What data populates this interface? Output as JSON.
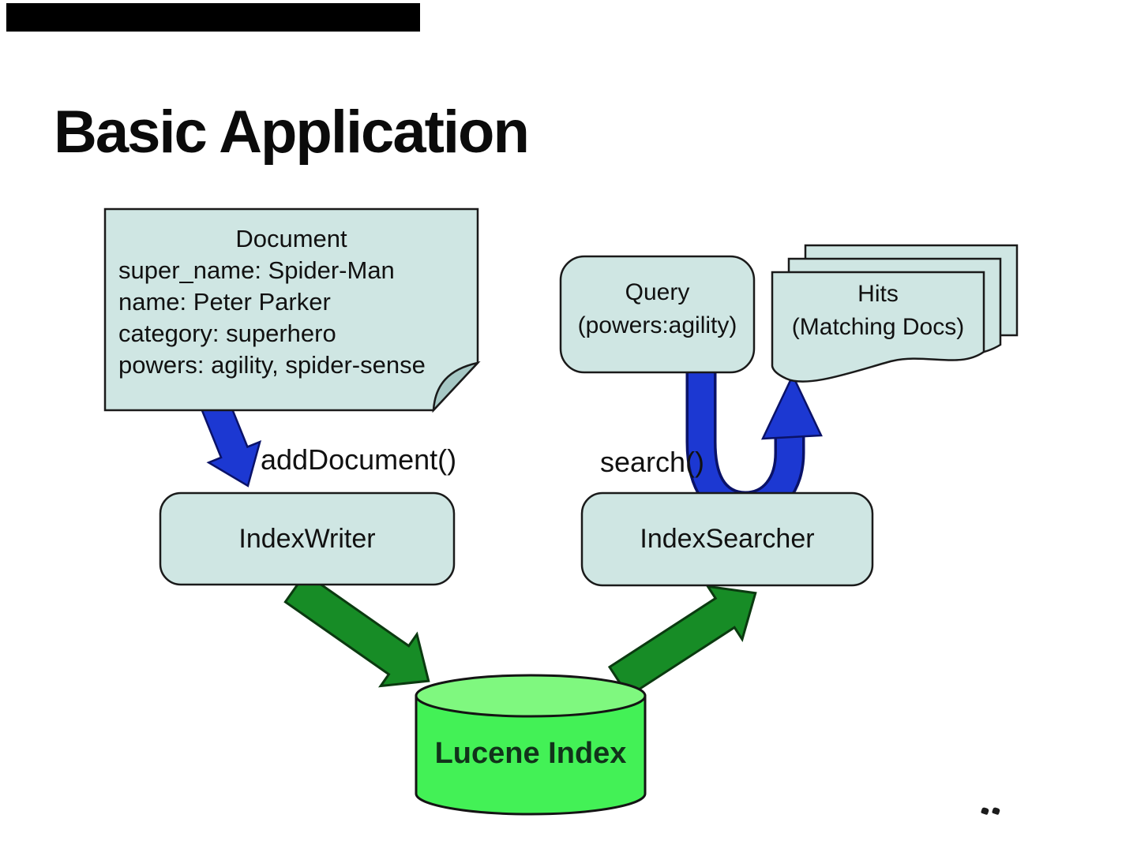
{
  "slide": {
    "title": "Basic Application",
    "page_marker": "··"
  },
  "diagram": {
    "document_note": {
      "title": "Document",
      "fields": [
        "super_name: Spider-Man",
        "name: Peter Parker",
        "category: superhero",
        "powers: agility, spider-sense"
      ]
    },
    "add_document_label": "addDocument()",
    "search_label": "search()",
    "index_writer": {
      "label": "IndexWriter"
    },
    "index_searcher": {
      "label": "IndexSearcher"
    },
    "query": {
      "line1": "Query",
      "line2": "(powers:agility)"
    },
    "hits": {
      "line1": "Hits",
      "line2": "(Matching Docs)"
    },
    "lucene_index": {
      "label": "Lucene Index"
    }
  },
  "colors": {
    "box_fill": "#cfe6e3",
    "box_stroke": "#1a1a1a",
    "fold_shade": "#a6c8c5",
    "arrow_blue": "#1c38d2",
    "arrow_blue_outline": "#0a1268",
    "arrow_green": "#178c26",
    "arrow_green_outline": "#0b3a10",
    "cylinder_body": "#43f156",
    "cylinder_top": "#7ff87f",
    "top_bar": "#000000",
    "text": "#111111"
  }
}
